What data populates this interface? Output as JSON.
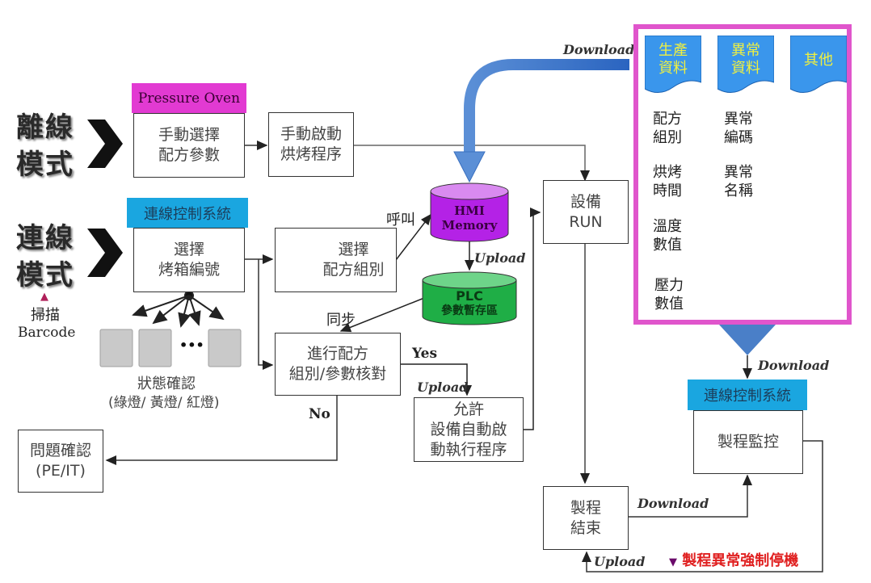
{
  "modes": {
    "offline": "離線\n模式",
    "online": "連線\n模式"
  },
  "scan": {
    "marker": "▲",
    "label": "掃描",
    "sublabel": "Barcode"
  },
  "tags": {
    "pressure_oven": "Pressure Oven",
    "online_control": "連線控制系統",
    "online_control_2": "連線控制系統"
  },
  "boxes": {
    "manual_select": "手動選擇\n配方參數",
    "manual_start": "手動啟動\n烘烤程序",
    "select_oven": "選擇\n烤箱編號",
    "select_recipe": "選擇\n配方組別",
    "verify": "進行配方\n組別/參數核對",
    "allow": "允許\n設備自動啟\n動執行程序",
    "problem": "問題確認\n(PE/IT)",
    "equip_run": "設備\nRUN",
    "process_end": "製程\n結束",
    "process_monitor": "製程監控"
  },
  "cylinders": {
    "hmi": {
      "line1": "HMI",
      "line2": "Memory",
      "color": "#b422e6"
    },
    "plc": {
      "line1": "PLC",
      "line2": "參數暫存區",
      "color": "#1fae46"
    }
  },
  "ovens": {
    "status": "狀態確認",
    "lights": "(綠燈/ 黃燈/ 紅燈)",
    "ellipsis": "•••"
  },
  "edge_labels": {
    "call": "呼叫",
    "upload_hmi_plc": "Upload",
    "sync": "同步",
    "yes": "Yes",
    "no": "No",
    "upload_allow": "Upload",
    "download_top": "Download",
    "download_panel": "Download",
    "download_end": "Download",
    "upload_end": "Upload"
  },
  "panel": {
    "docs": [
      {
        "label": "生產\n資料"
      },
      {
        "label": "異常\n資料"
      },
      {
        "label": "其他"
      }
    ],
    "production_items": [
      "配方\n組別",
      "烘烤\n時間",
      "溫度\n數值",
      "壓力\n數值"
    ],
    "abnormal_items": [
      "異常\n編碼",
      "異常\n名稱"
    ],
    "border_color": "#e055cc",
    "doc_color": "#3a96ec"
  },
  "alert": {
    "marker": "▼",
    "text": "製程異常強制停機",
    "color": "#e02020"
  }
}
